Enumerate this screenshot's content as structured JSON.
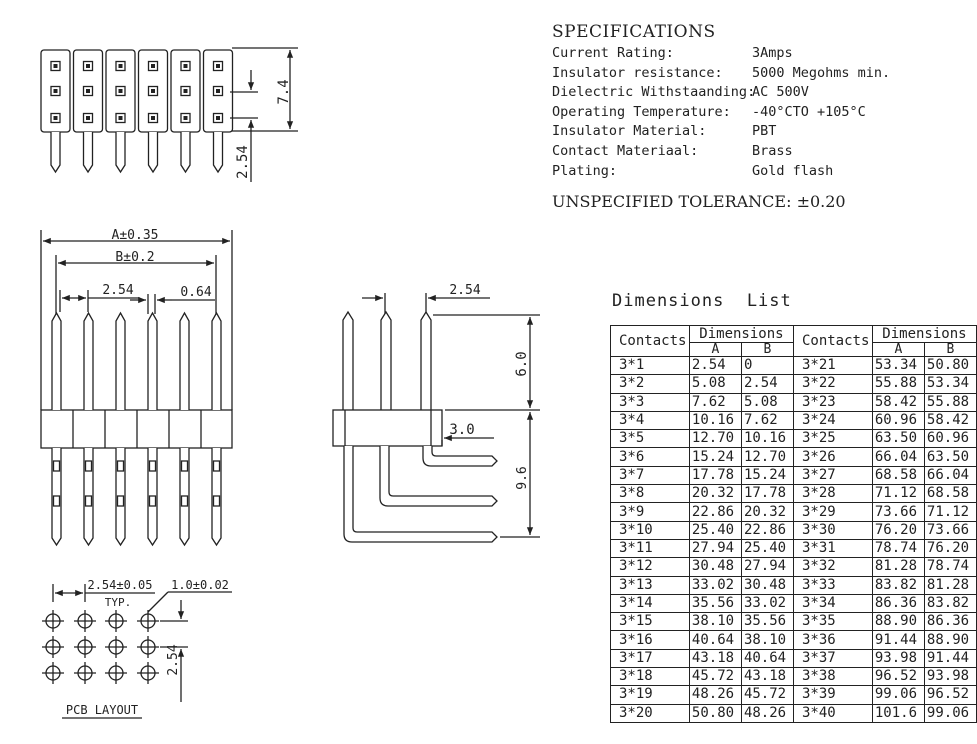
{
  "specs": {
    "title": "SPECIFICATIONS",
    "rows": [
      {
        "label": "Current Rating:",
        "value": "3Amps"
      },
      {
        "label": "Insulator resistance:",
        "value": "5000 Megohms min."
      },
      {
        "label": "Dielectric Withstaanding:",
        "value": "AC 500V"
      },
      {
        "label": "Operating Temperature:",
        "value": "-40°CTO +105°C"
      },
      {
        "label": "Insulator Material:",
        "value": "PBT"
      },
      {
        "label": "Contact Materiaal:",
        "value": "Brass"
      },
      {
        "label": "Plating:",
        "value": "Gold flash"
      }
    ],
    "tolerance": "UNSPECIFIED TOLERANCE: ±0.20"
  },
  "labels": {
    "top_height": "7.4",
    "top_pitch": "2.54",
    "dim_a": "A±0.35",
    "dim_b": "B±0.2",
    "front_pitch": "2.54",
    "front_pin": "0.64",
    "side_pitch": "2.54",
    "side_upper": "6.0",
    "side_offset": "3.0",
    "side_lower": "9.6",
    "pcb_pitch": "2.54±0.05",
    "pcb_typ": "TYP.",
    "pcb_hole": "1.0±0.02",
    "pcb_vertical": "2.54",
    "pcb_title": "PCB LAYOUT"
  },
  "table": {
    "title": "Dimensions  List",
    "header_contacts": "Contacts",
    "header_dimensions": "Dimensions",
    "header_a": "A",
    "header_b": "B",
    "rows": [
      [
        "3*1",
        "2.54",
        "0",
        "3*21",
        "53.34",
        "50.80"
      ],
      [
        "3*2",
        "5.08",
        "2.54",
        "3*22",
        "55.88",
        "53.34"
      ],
      [
        "3*3",
        "7.62",
        "5.08",
        "3*23",
        "58.42",
        "55.88"
      ],
      [
        "3*4",
        "10.16",
        "7.62",
        "3*24",
        "60.96",
        "58.42"
      ],
      [
        "3*5",
        "12.70",
        "10.16",
        "3*25",
        "63.50",
        "60.96"
      ],
      [
        "3*6",
        "15.24",
        "12.70",
        "3*26",
        "66.04",
        "63.50"
      ],
      [
        "3*7",
        "17.78",
        "15.24",
        "3*27",
        "68.58",
        "66.04"
      ],
      [
        "3*8",
        "20.32",
        "17.78",
        "3*28",
        "71.12",
        "68.58"
      ],
      [
        "3*9",
        "22.86",
        "20.32",
        "3*29",
        "73.66",
        "71.12"
      ],
      [
        "3*10",
        "25.40",
        "22.86",
        "3*30",
        "76.20",
        "73.66"
      ],
      [
        "3*11",
        "27.94",
        "25.40",
        "3*31",
        "78.74",
        "76.20"
      ],
      [
        "3*12",
        "30.48",
        "27.94",
        "3*32",
        "81.28",
        "78.74"
      ],
      [
        "3*13",
        "33.02",
        "30.48",
        "3*33",
        "83.82",
        "81.28"
      ],
      [
        "3*14",
        "35.56",
        "33.02",
        "3*34",
        "86.36",
        "83.82"
      ],
      [
        "3*15",
        "38.10",
        "35.56",
        "3*35",
        "88.90",
        "86.36"
      ],
      [
        "3*16",
        "40.64",
        "38.10",
        "3*36",
        "91.44",
        "88.90"
      ],
      [
        "3*17",
        "43.18",
        "40.64",
        "3*37",
        "93.98",
        "91.44"
      ],
      [
        "3*18",
        "45.72",
        "43.18",
        "3*38",
        "96.52",
        "93.98"
      ],
      [
        "3*19",
        "48.26",
        "45.72",
        "3*39",
        "99.06",
        "96.52"
      ],
      [
        "3*20",
        "50.80",
        "48.26",
        "3*40",
        "101.6",
        "99.06"
      ]
    ]
  }
}
